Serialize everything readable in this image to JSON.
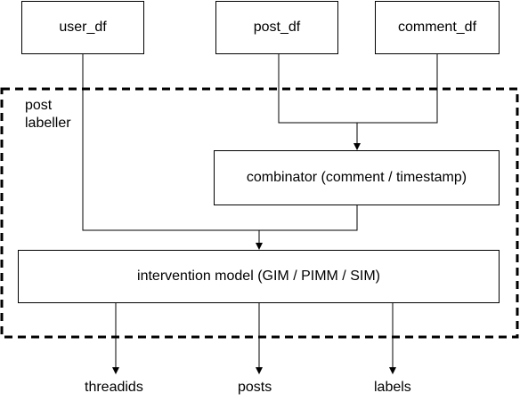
{
  "inputs": {
    "user_df": "user_df",
    "post_df": "post_df",
    "comment_df": "comment_df"
  },
  "group": {
    "label": "post\nlabeller"
  },
  "nodes": {
    "combinator": "combinator (comment / timestamp)",
    "intervention_model": "intervention model (GIM / PIMM / SIM)"
  },
  "outputs": {
    "threadids": "threadids",
    "posts": "posts",
    "labels": "labels"
  },
  "colors": {
    "stroke": "#000000",
    "background": "#ffffff"
  }
}
